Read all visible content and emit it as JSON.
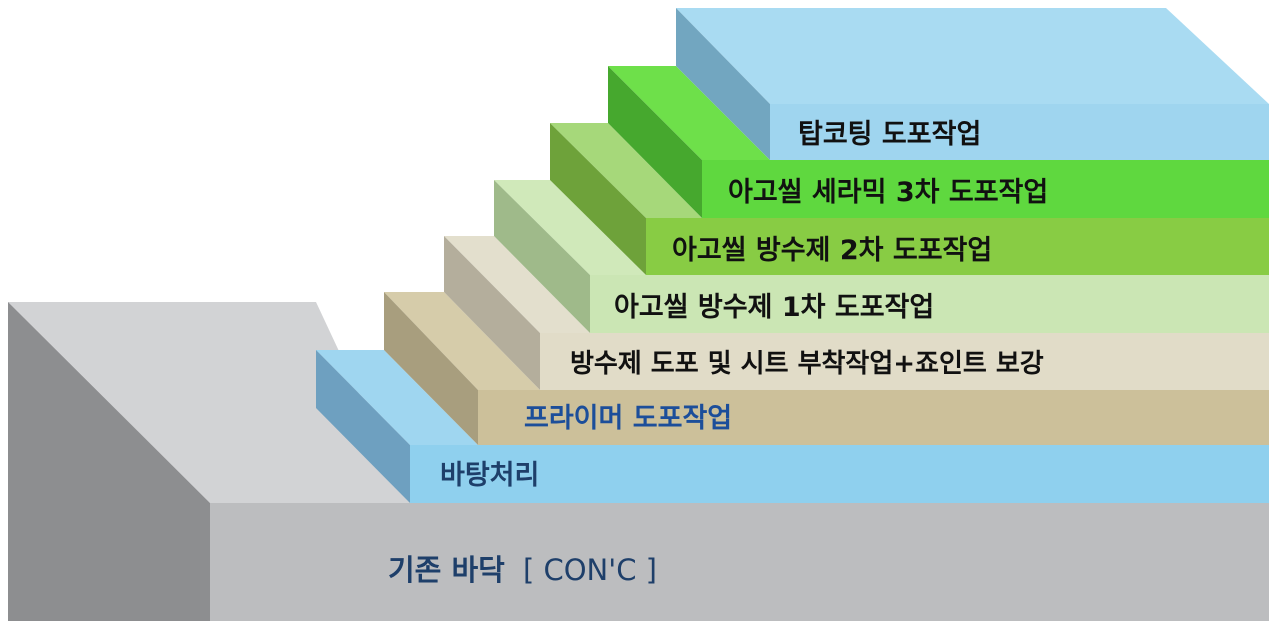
{
  "layers": [
    {
      "id": "base",
      "label": "기존 바닥",
      "suffix": "[ CON'C ]",
      "label_color": "#1e3f6a",
      "suffix_color": "#1e3f6a",
      "front": "#bcbdbf",
      "side": "#8d8e90",
      "top": "#d2d3d5"
    },
    {
      "id": "surface-prep",
      "label": "바탕처리",
      "label_color": "#1e3f6a",
      "front": "#8fd0ee",
      "side": "#6ea0c0",
      "top": "#9fd6f0"
    },
    {
      "id": "primer",
      "label": "프라이머 도포작업",
      "label_color": "#1c4e9a",
      "front": "#ccc09a",
      "side": "#a89e7e",
      "top": "#d6ccaa"
    },
    {
      "id": "sheet",
      "label": "방수제 도포 및 시트 부착작업+죠인트 보강",
      "label_color": "#111111",
      "front": "#e1dcc8",
      "side": "#b4ae9c",
      "top": "#e3dfcd"
    },
    {
      "id": "waterproof-1",
      "label": "아고씰 방수제 1차 도포작업",
      "label_color": "#111111",
      "front": "#cbe6b4",
      "side": "#9fba8a",
      "top": "#d0e9ba"
    },
    {
      "id": "waterproof-2",
      "label": "아고씰 방수제 2차 도포작업",
      "label_color": "#111111",
      "front": "#88cc44",
      "side": "#6ea23a",
      "top": "#a6d87a"
    },
    {
      "id": "ceramic-3",
      "label": "아고씰 세라믹 3차 도포작업",
      "label_color": "#111111",
      "front": "#5fd83f",
      "side": "#46a82e",
      "top": "#6ee04a"
    },
    {
      "id": "top-coating",
      "label": "탑코팅 도포작업",
      "label_color": "#111111",
      "front": "#9fd5ef",
      "side": "#72a6c0",
      "top": "#a9dbf2"
    }
  ]
}
